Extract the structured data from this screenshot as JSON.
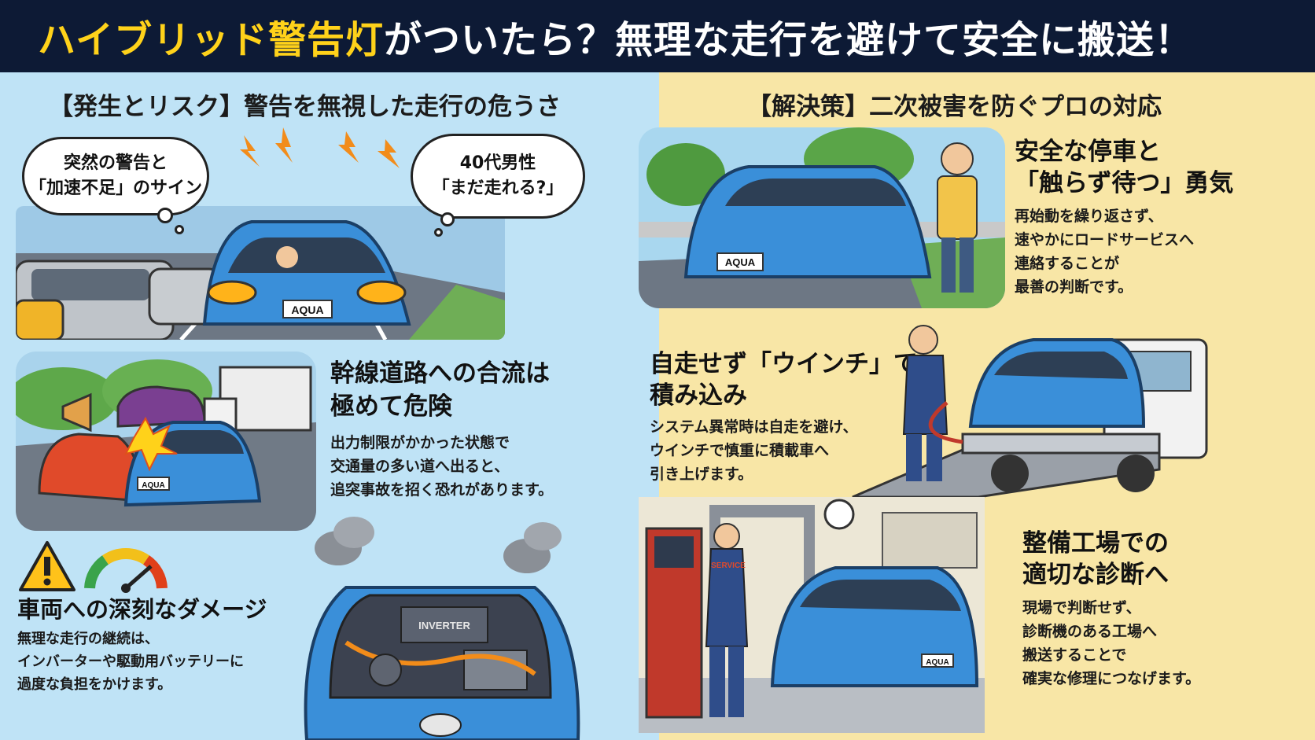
{
  "title": {
    "highlight": "ハイブリッド警告灯",
    "rest": "がついたら？無理な走行を避けて安全に搬送！"
  },
  "left": {
    "heading": "【発生とリスク】警告を無視した走行の危うさ",
    "bubble_left": {
      "line1": "突然の警告と",
      "line2": "「加速不足」のサイン"
    },
    "bubble_right": {
      "line1": "40代男性",
      "line2": "「まだ走れる?」"
    },
    "merge": {
      "title1": "幹線道路への合流は",
      "title2": "極めて危険",
      "body1": "出力制限がかかった状態で",
      "body2": "交通量の多い道へ出ると、",
      "body3": "追突事故を招く恐れがあります。"
    },
    "damage": {
      "title": "車両への深刻なダメージ",
      "body1": "無理な走行の継続は、",
      "body2": "インバーターや駆動用バッテリーに",
      "body3": "過度な負担をかけます。"
    },
    "plate": "AQUA",
    "inverter_label": "INVERTER"
  },
  "right": {
    "heading": "【解決策】二次被害を防ぐプロの対応",
    "stop": {
      "title1": "安全な停車と",
      "title2": "「触らず待つ」勇気",
      "body1": "再始動を繰り返さず、",
      "body2": "速やかにロードサービスへ",
      "body3": "連絡することが",
      "body4": "最善の判断です。"
    },
    "winch": {
      "title1": "自走せず「ウインチ」で",
      "title2": "積み込み",
      "body1": "システム異常時は自走を避け、",
      "body2": "ウインチで慎重に積載車へ",
      "body3": "引き上げます。"
    },
    "shop": {
      "title1": "整備工場での",
      "title2": "適切な診断へ",
      "body1": "現場で判断せず、",
      "body2": "診断機のある工場へ",
      "body3": "搬送することで",
      "body4": "確実な修理につなげます。"
    },
    "plate": "AQUA",
    "service_label": "SERVICE"
  },
  "colors": {
    "title_bg": "#0d1a35",
    "title_highlight": "#ffd21a",
    "left_bg": "#bfe3f6",
    "right_bg": "#f8e6a6",
    "car_blue": "#3a8fd9"
  },
  "icons": [
    "warning-icon",
    "gauge-icon",
    "lightning-icon",
    "smoke-icon"
  ]
}
